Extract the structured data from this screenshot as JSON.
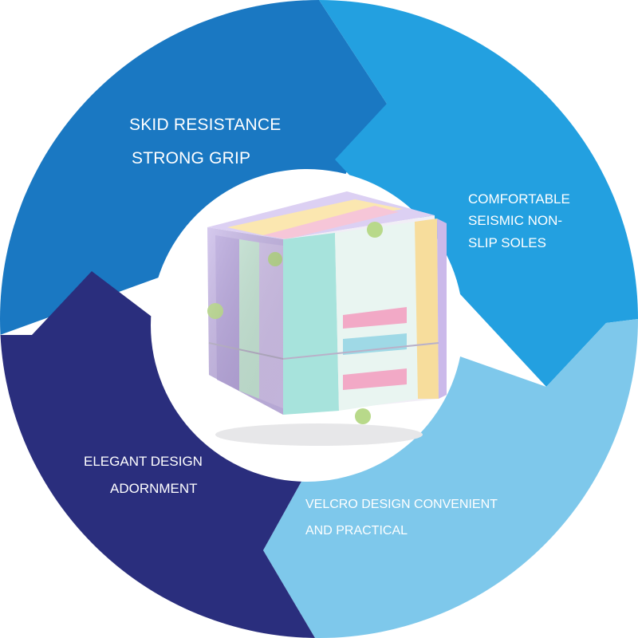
{
  "diagram": {
    "segments": [
      {
        "id": "top-left",
        "color": "#1a78c2",
        "lines": [
          "SKID RESISTANCE",
          "STRONG GRIP"
        ]
      },
      {
        "id": "right",
        "color": "#23a0e0",
        "lines": [
          "COMFORTABLE",
          "SEISMIC NON-",
          "SLIP SOLES"
        ]
      },
      {
        "id": "bottom-right",
        "color": "#7ec8eb",
        "lines": [
          "VELCRO DESIGN CONVENIENT",
          "AND PRACTICAL"
        ]
      },
      {
        "id": "left",
        "color": "#2a2e7d",
        "lines": [
          "ELEGANT DESIGN",
          "ADORNMENT"
        ]
      }
    ],
    "center_image": "pastel-infinity-cube-fidget-toy"
  }
}
